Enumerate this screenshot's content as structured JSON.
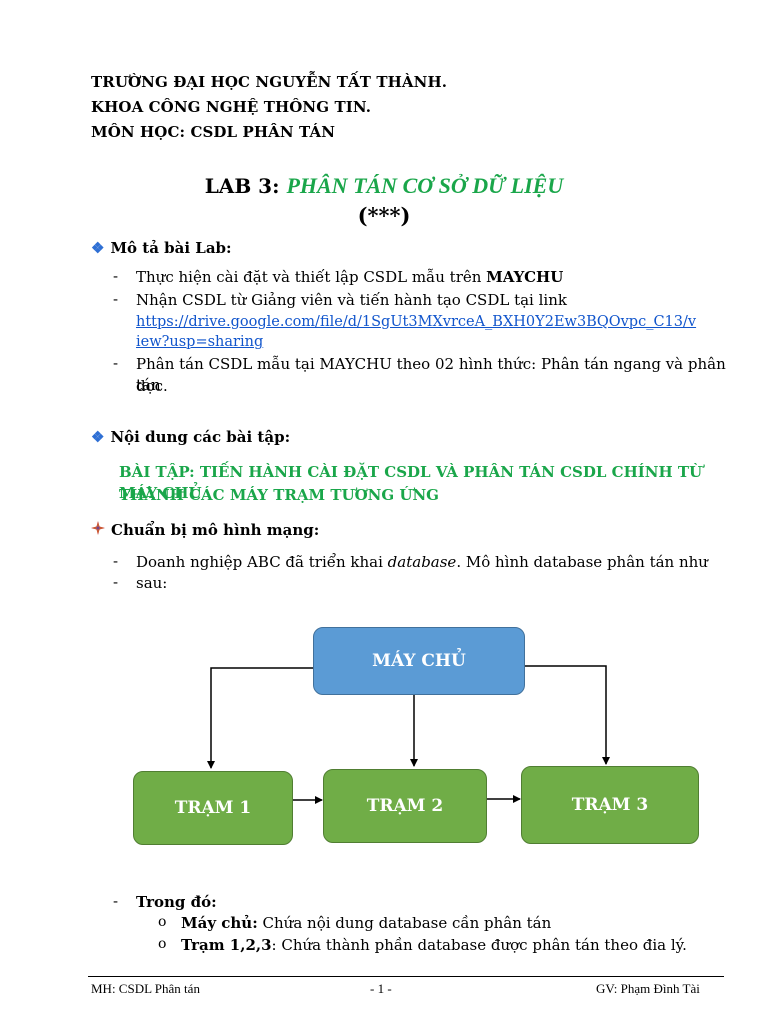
{
  "header": {
    "line1": "TRƯỜNG ĐẠI HỌC NGUYỄN TẤT THÀNH.",
    "line2": "KHOA CÔNG NGHỆ THÔNG TIN.",
    "line3": "MÔN HỌC: CSDL PHÂN TÁN"
  },
  "title": {
    "prefix": "LAB 3: ",
    "main": "PHÂN TÁN CƠ SỞ DỮ LIỆU",
    "stars": "(***)"
  },
  "section1": {
    "heading": "Mô tả bài Lab:",
    "items": [
      {
        "text": "Thực hiện cài đặt và thiết lập CSDL mẫu trên ",
        "bold": "MAYCHU"
      },
      {
        "text": "Nhận CSDL từ Giảng viên và tiến hành tạo CSDL tại link"
      },
      {
        "link_line1": "https://drive.google.com/file/d/1SgUt3MXvrceA_BXH0Y2Ew3BQOvpc_C13/v",
        "link_line2": "iew?usp=sharing"
      },
      {
        "line1": "Phân tán CSDL mẫu tại MAYCHU theo 02 hình thức: Phân tán ngang và phân tán",
        "line2": "dọc."
      }
    ]
  },
  "section2": {
    "heading": "Nội dung các bài tập:",
    "task_line1": "BÀI TẬP: TIẾN HÀNH CÀI ĐẶT CSDL VÀ PHÂN TÁN CSDL CHÍNH TỪ MÁY CHỦ",
    "task_line2": "THÀNH CÁC MÁY TRẠM TƯƠNG ỨNG"
  },
  "section3": {
    "heading": "Chuẩn bị mô hình mạng:",
    "item1_a": "Doanh nghiệp ABC đã triển khai ",
    "item1_italic": "database",
    "item1_b": ". Mô hình database phân tán như sau:",
    "bullet": "-"
  },
  "diagram": {
    "server": "MÁY CHỦ",
    "station1": "TRẠM 1",
    "station2": "TRẠM 2",
    "station3": "TRẠM 3",
    "server_color": "#5b9bd5",
    "station_color": "#70ad47"
  },
  "notes": {
    "heading": "Trong đó:",
    "sub1_bold": "Máy chủ:",
    "sub1_text": " Chứa nội dung database cần phân tán",
    "sub2_bold": "Trạm 1,2,3",
    "sub2_text": ": Chứa thành phần database được phân tán theo đia lý.",
    "circle": "o"
  },
  "footer": {
    "left": "MH: CSDL Phân tán",
    "center": "- 1 -",
    "right": "GV: Phạm Đình Tài"
  }
}
